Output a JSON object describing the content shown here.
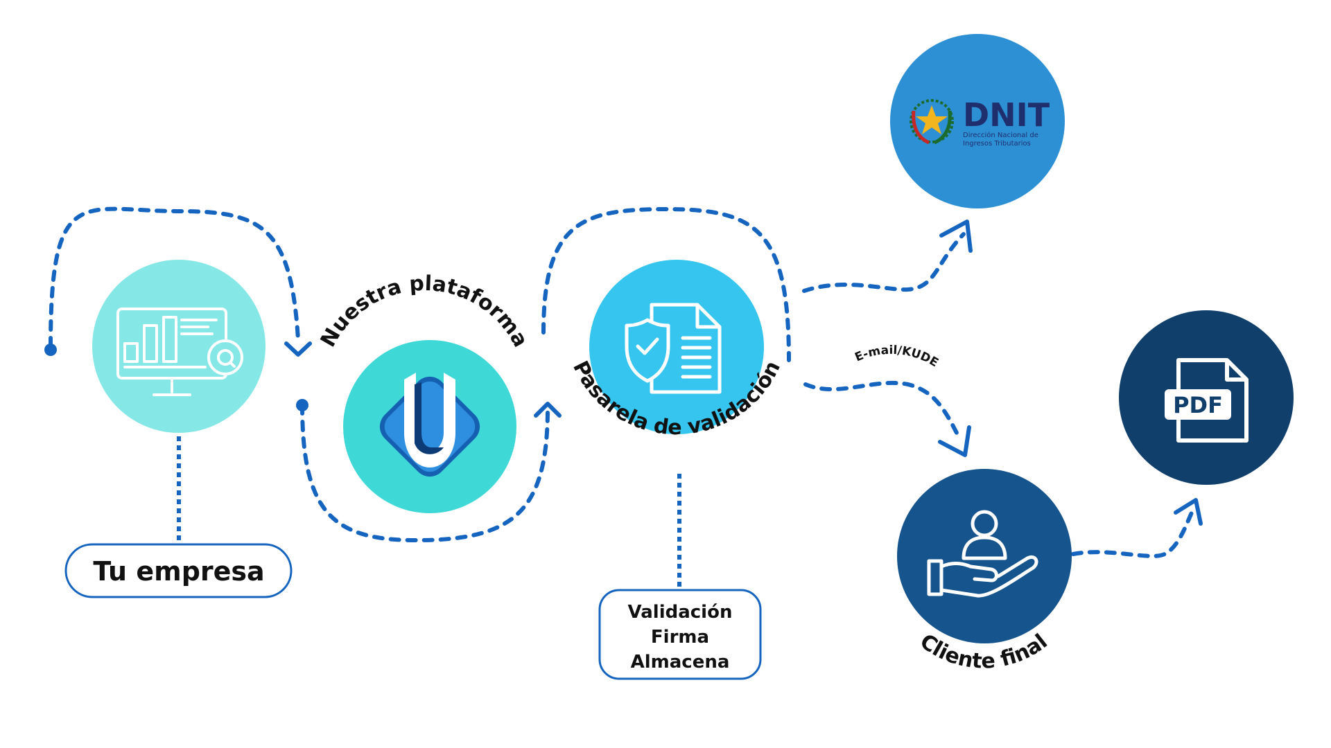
{
  "diagram": {
    "nodes": {
      "tu_empresa": {
        "label": "Tu empresa",
        "color": "#86e8e6"
      },
      "plataforma": {
        "label": "Nuestra plataforma",
        "color": "#3ed8d6"
      },
      "pasarela": {
        "label": "Pasarela de validación",
        "color": "#36c5ef",
        "details": [
          "Validación",
          "Firma",
          "Almacena"
        ]
      },
      "dnit": {
        "logo_text": "DNIT",
        "logo_subtitle": [
          "Dirección Nacional de",
          "Ingresos Tributarios"
        ],
        "color": "#2e90d4"
      },
      "cliente": {
        "label": "Cliente final",
        "color": "#15548c"
      },
      "pdf": {
        "label": "PDF",
        "color": "#103f6c"
      }
    },
    "edge_labels": {
      "email": "E-mail/KUDE"
    },
    "colors": {
      "connector": "#1565c0",
      "box_border": "#1565c0",
      "icon": "#ffffff"
    },
    "icons": [
      "monitor-chart-search-icon",
      "platform-logo-icon",
      "shield-document-icon",
      "dnit-seal-icon",
      "hand-person-icon",
      "pdf-file-icon"
    ]
  }
}
